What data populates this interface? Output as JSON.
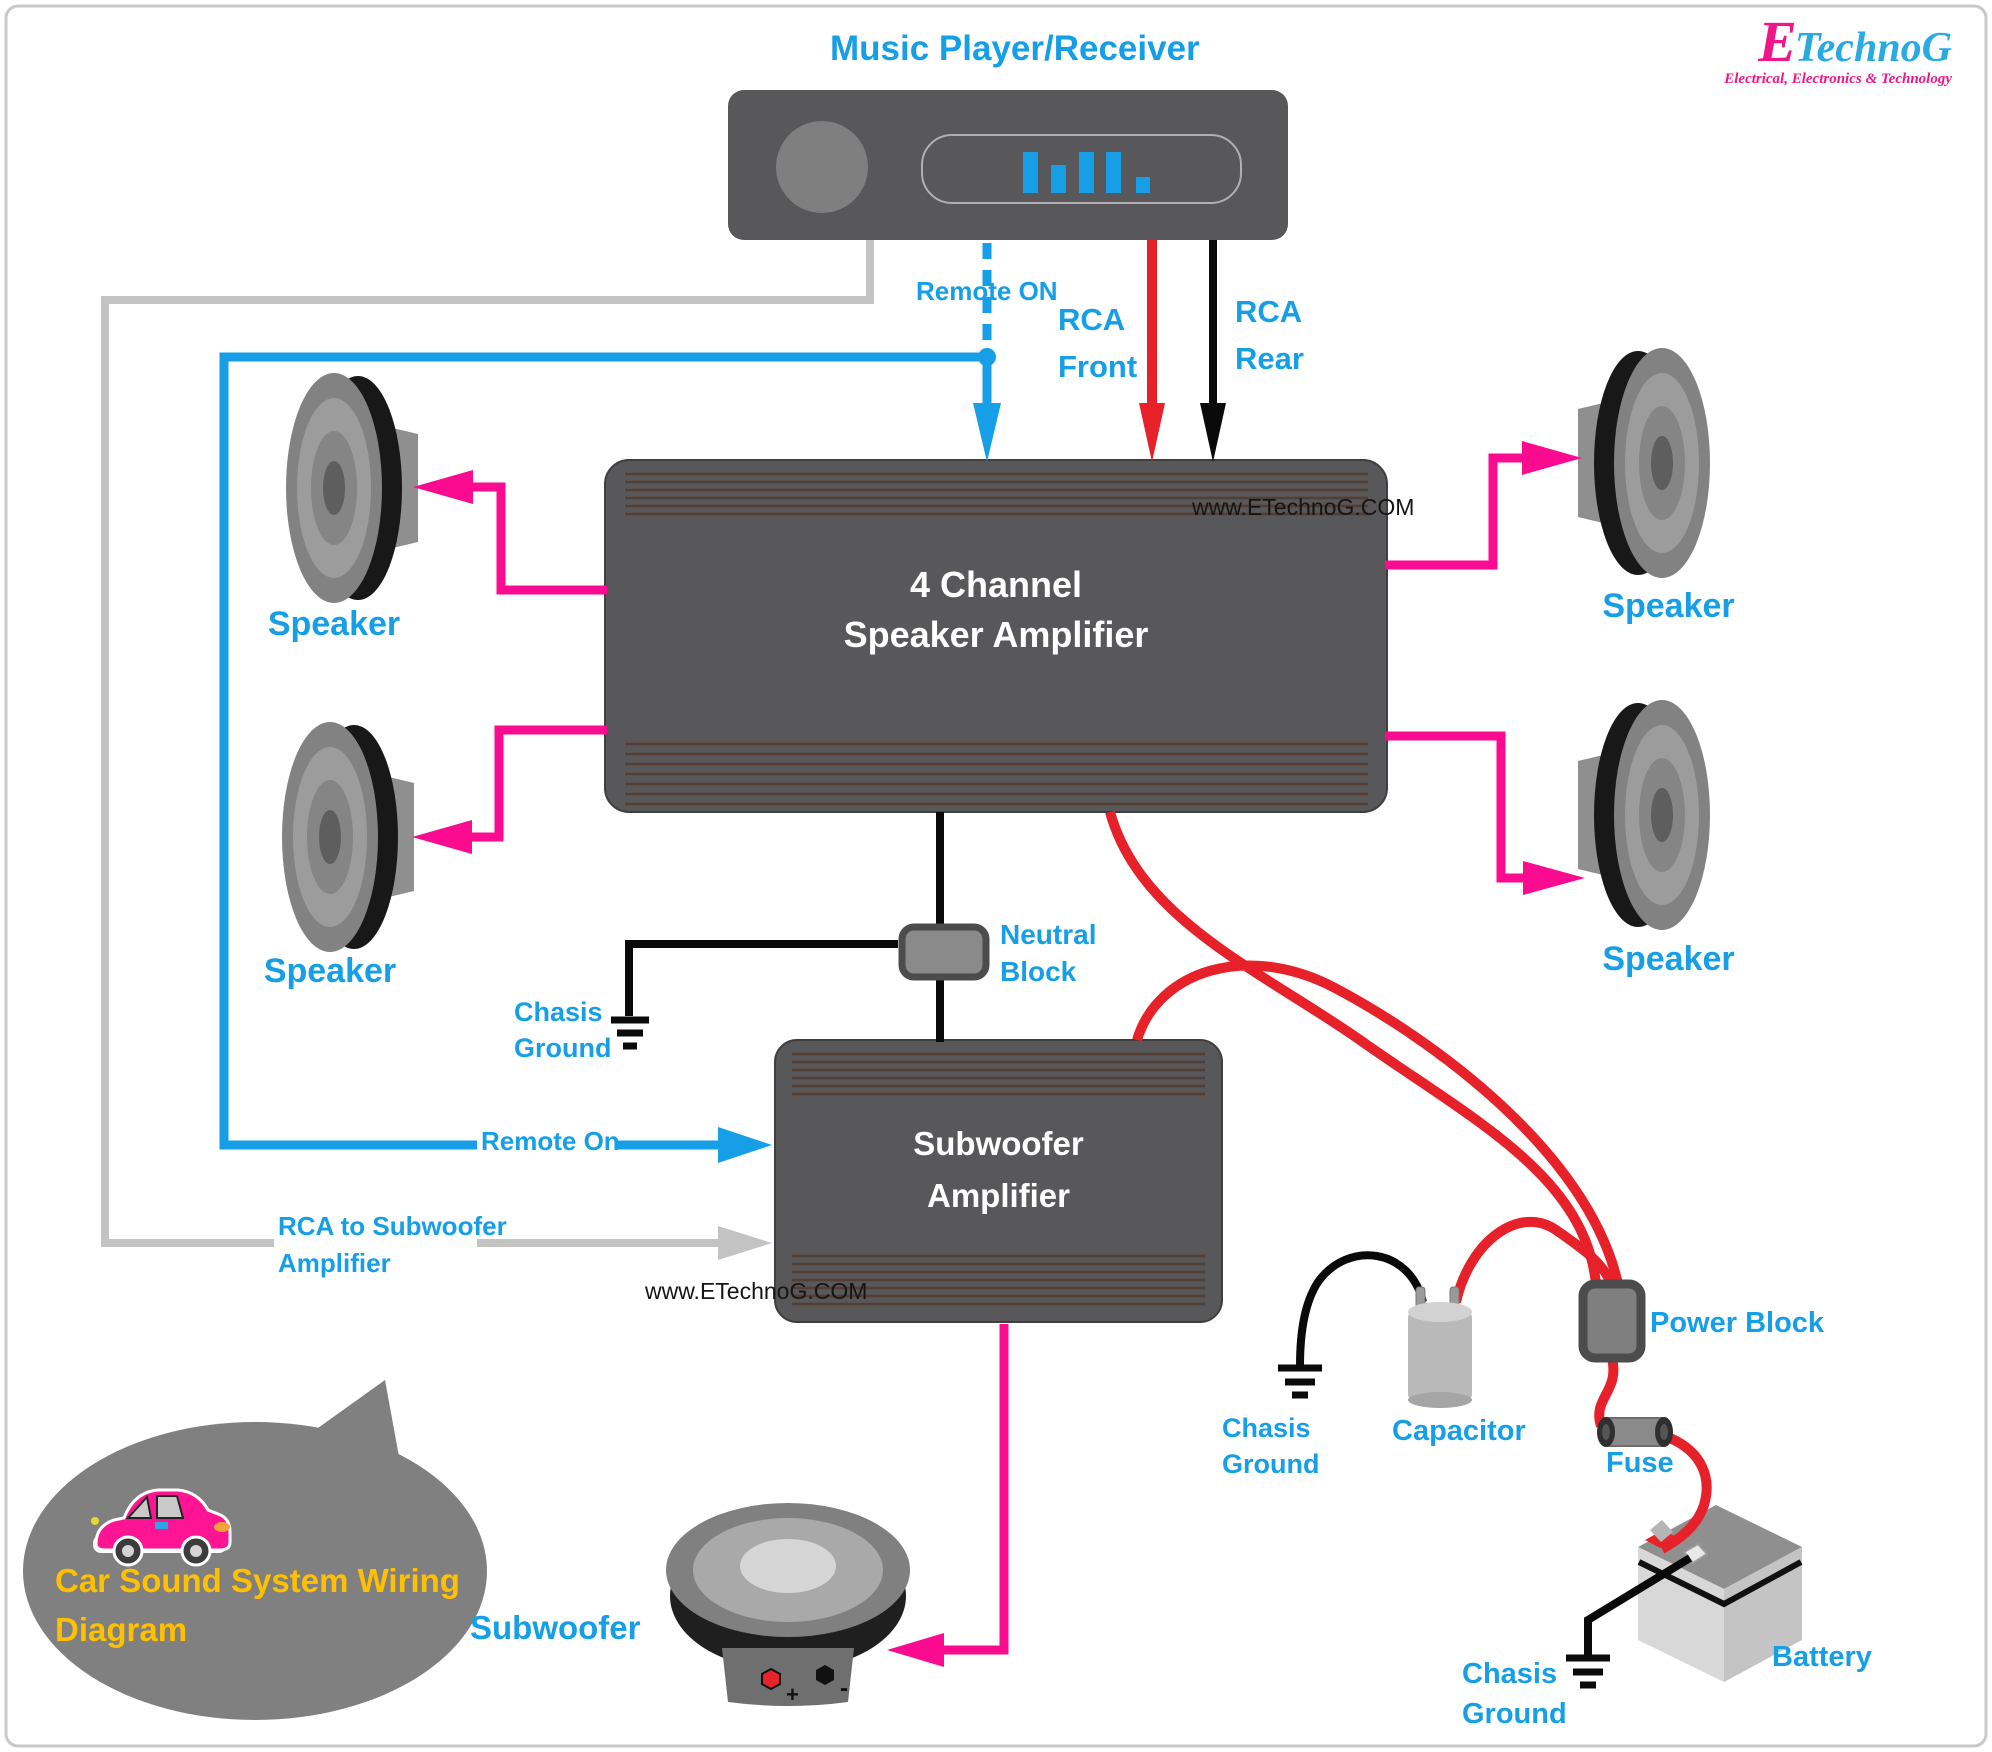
{
  "colors": {
    "blue": "#169FE6",
    "pink": "#FA0B8F",
    "red": "#E62129",
    "gray-wire": "#C3C3C3",
    "yellow": "#FFC000",
    "logo-pink": "#F01689",
    "logo-blue": "#29ABE2",
    "box": "#58585A",
    "fin": "#54392B"
  },
  "header": {
    "title": "Music Player/Receiver"
  },
  "logo": {
    "e": "E",
    "name": "TechnoG",
    "tagline": "Electrical, Electronics & Technology"
  },
  "wires": {
    "remote_on_top": "Remote ON",
    "rca_front": "RCA\nFront",
    "rca_rear": "RCA\nRear",
    "remote_on_bottom": "Remote On",
    "rca_to_sub": "RCA to Subwoofer\nAmplifier"
  },
  "components": {
    "amp4_title": "4 Channel\nSpeaker Amplifier",
    "subamp_title": "Subwoofer\nAmplifier",
    "speaker": "Speaker",
    "subwoofer": "Subwoofer",
    "neutral_block": "Neutral\nBlock",
    "chasis_ground": "Chasis\nGround",
    "capacitor": "Capacitor",
    "power_block": "Power Block",
    "fuse": "Fuse",
    "battery": "Battery",
    "terminal_plus": "+",
    "terminal_minus": "-"
  },
  "watermark": "www.ETechnoG.COM",
  "bubble": {
    "caption": "Car Sound System Wiring\nDiagram"
  }
}
